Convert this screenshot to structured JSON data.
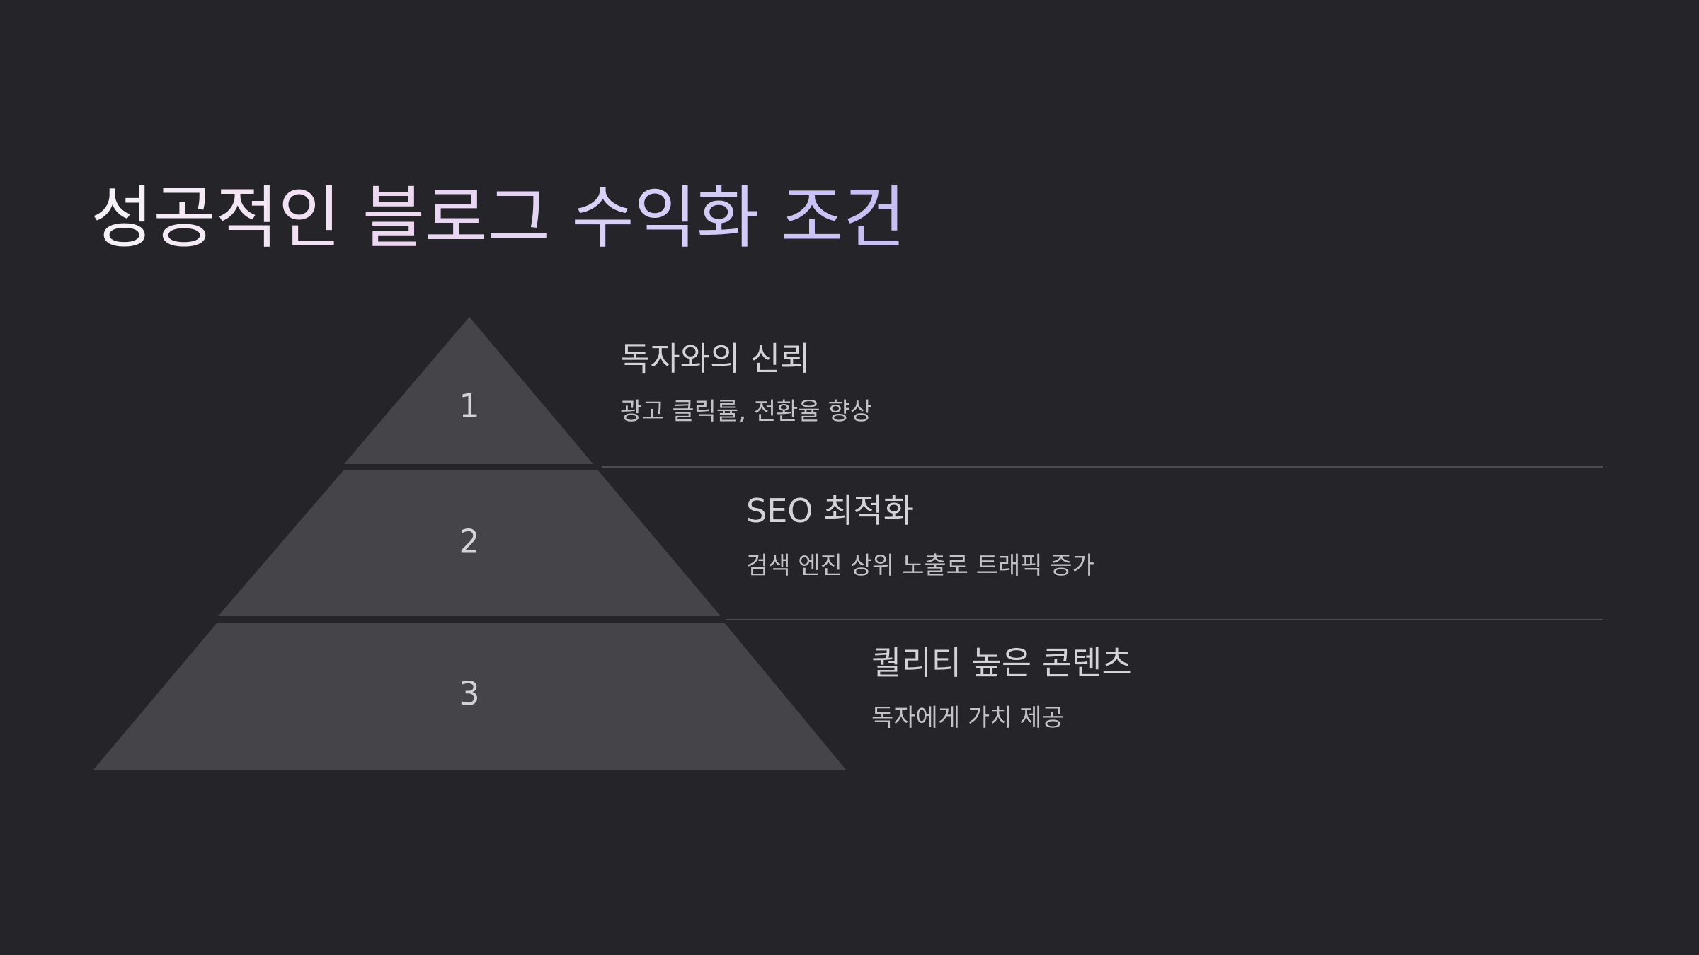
{
  "title": "성공적인 블로그 수익화 조건",
  "colors": {
    "background": "#242429",
    "tier_fill": "#444449",
    "text_primary": "#d4d4d8",
    "text_secondary": "#c2c2c8",
    "title_gradient": [
      "#f6f0f8",
      "#f0d8f0",
      "#d8d0f8",
      "#c8c0f4"
    ]
  },
  "tiers": [
    {
      "number": "1",
      "heading": "독자와의 신뢰",
      "description": "광고 클릭률, 전환율 향상"
    },
    {
      "number": "2",
      "heading": "SEO 최적화",
      "description": "검색 엔진 상위 노출로 트래픽 증가"
    },
    {
      "number": "3",
      "heading": "퀄리티 높은 콘텐츠",
      "description": "독자에게 가치 제공"
    }
  ]
}
